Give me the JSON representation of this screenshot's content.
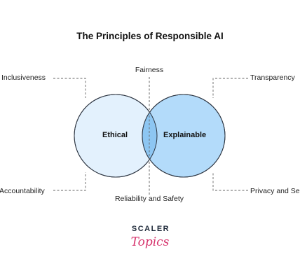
{
  "title": "The Principles of Responsible AI",
  "principles": {
    "top_left": "Inclusiveness",
    "top_center": "Fairness",
    "top_right": "Transparency",
    "bottom_left": "Accountability",
    "bottom_center": "Reliability and Safety",
    "bottom_right": "Privacy and Se"
  },
  "circles": {
    "left": {
      "label": "Ethical",
      "fill": "#e3f1fd",
      "stroke": "#2c3440"
    },
    "right": {
      "label": "Explainable",
      "fill": "#b3dbfa",
      "stroke": "#2c3440"
    },
    "overlap_fill": "#8dc6f2"
  },
  "logo": {
    "word_top": "SCALER",
    "word_bottom": "Topics",
    "color_top": "#1f2a3a",
    "color_bottom": "#d6336c"
  }
}
